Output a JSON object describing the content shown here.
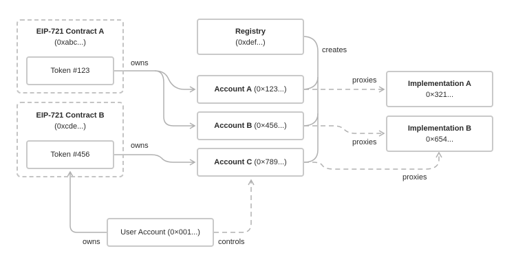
{
  "contract_a": {
    "title": "EIP-721 Contract A",
    "address": "(0xabc...)"
  },
  "contract_b": {
    "title": "EIP-721 Contract B",
    "address": "(0xcde...)"
  },
  "token_123": "Token #123",
  "token_456": "Token #456",
  "registry": {
    "title": "Registry",
    "address": "(0xdef...)"
  },
  "account_a": {
    "name": "Account A",
    "address": "(0×123...)"
  },
  "account_b": {
    "name": "Account B",
    "address": "(0×456...)"
  },
  "account_c": {
    "name": "Account C",
    "address": "(0×789...)"
  },
  "impl_a": {
    "title": "Implementation A",
    "address": "0×321..."
  },
  "impl_b": {
    "title": "Implementation B",
    "address": "0×654..."
  },
  "user_account": "User Account (0×001...)",
  "labels": {
    "owns_a": "owns",
    "owns_b": "owns",
    "owns_user": "owns",
    "creates": "creates",
    "proxies_a": "proxies",
    "proxies_b": "proxies",
    "proxies_c": "proxies",
    "controls": "controls"
  },
  "colors": {
    "line": "#b0b0b0",
    "border": "#c9c9c9",
    "text": "#2b2b2b"
  }
}
